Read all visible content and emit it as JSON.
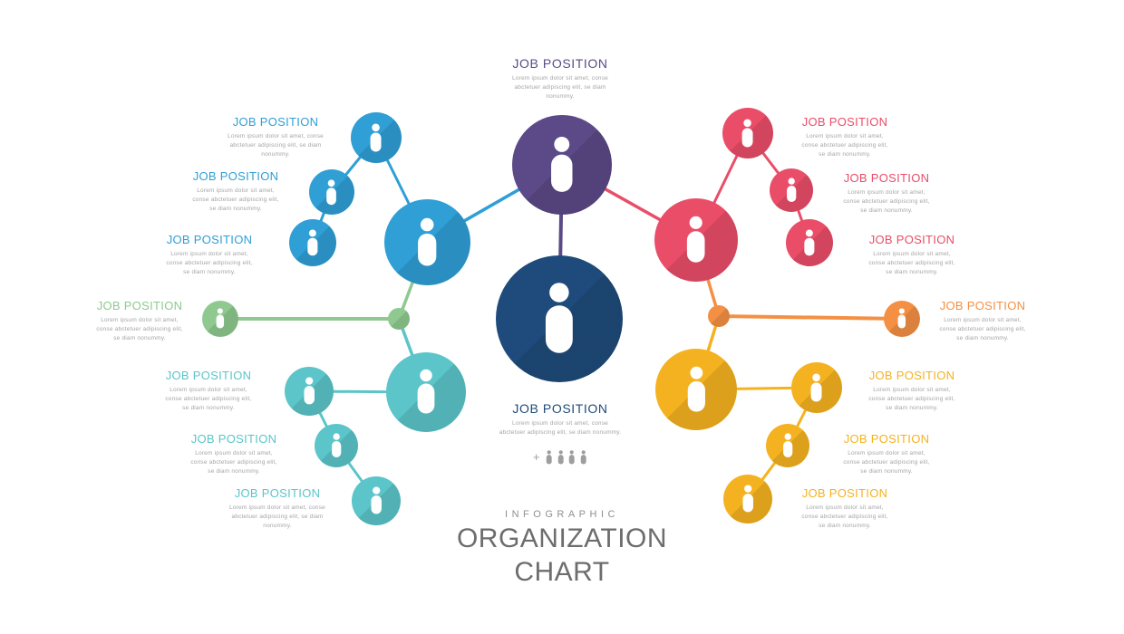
{
  "palette": {
    "purple": "#5B4A87",
    "navy": "#1E4B7B",
    "blue": "#2F9FD6",
    "teal": "#5BC5C9",
    "green": "#8FC98F",
    "red": "#EA4D68",
    "orange": "#F49044",
    "yellow": "#F5B220",
    "body_gray": "#A5A5A5",
    "footer_gray": "#6D6D6D",
    "kicker_gray": "#8F8F8F",
    "people_gray": "#9E9E9E"
  },
  "footer": {
    "kicker": "INFOGRAPHIC",
    "line1": "ORGANIZATION",
    "line2": "CHART"
  },
  "center": {
    "plus": "+"
  },
  "positions": [
    {
      "id": "top-center",
      "title": "JOB POSITION",
      "body": "Lorem ipsum dolor sit amet, conse abctetuer adipiscing elit, se diam nonummy."
    },
    {
      "id": "left-blue-1",
      "title": "JOB POSITION",
      "body": "Lorem ipsum dolor sit amet, conse abctetuer adipiscing elit, se diam nonummy."
    },
    {
      "id": "left-blue-2",
      "title": "JOB POSITION",
      "body": "Lorem ipsum dolor sit amet, conse abctetuer adipiscing elit, se diam nonummy."
    },
    {
      "id": "left-blue-3",
      "title": "JOB POSITION",
      "body": "Lorem ipsum dolor sit amet, conse abctetuer adipiscing elit, se diam nonummy."
    },
    {
      "id": "left-green",
      "title": "JOB POSITION",
      "body": "Lorem ipsum dolor sit amet, conse abctetuer adipiscing elit, se diam nonummy."
    },
    {
      "id": "left-teal-1",
      "title": "JOB POSITION",
      "body": "Lorem ipsum dolor sit amet, conse abctetuer adipiscing elit, se diam nonummy."
    },
    {
      "id": "left-teal-2",
      "title": "JOB POSITION",
      "body": "Lorem ipsum dolor sit amet, conse abctetuer adipiscing elit, se diam nonummy."
    },
    {
      "id": "left-teal-3",
      "title": "JOB POSITION",
      "body": "Lorem ipsum dolor sit amet, conse abctetuer adipiscing elit, se diam nonummy."
    },
    {
      "id": "right-red-1",
      "title": "JOB POSITION",
      "body": "Lorem ipsum dolor sit amet, conse abctetuer adipiscing elit, se diam nonummy."
    },
    {
      "id": "right-red-2",
      "title": "JOB POSITION",
      "body": "Lorem ipsum dolor sit amet, conse abctetuer adipiscing elit, se diam nonummy."
    },
    {
      "id": "right-red-3",
      "title": "JOB POSITION",
      "body": "Lorem ipsum dolor sit amet, conse abctetuer adipiscing elit, se diam nonummy."
    },
    {
      "id": "right-orange",
      "title": "JOB POSITION",
      "body": "Lorem ipsum dolor sit amet, conse abctetuer adipiscing elit, se diam nonummy."
    },
    {
      "id": "right-yellow-1",
      "title": "JOB POSITION",
      "body": "Lorem ipsum dolor sit amet, conse abctetuer adipiscing elit, se diam nonummy."
    },
    {
      "id": "right-yellow-2",
      "title": "JOB POSITION",
      "body": "Lorem ipsum dolor sit amet, conse abctetuer adipiscing elit, se diam nonummy."
    },
    {
      "id": "right-yellow-3",
      "title": "JOB POSITION",
      "body": "Lorem ipsum dolor sit amet, conse abctetuer adipiscing elit, se diam nonummy."
    },
    {
      "id": "center-main",
      "title": "JOB POSITION",
      "body": "Lorem ipsum dolor sit amet, conse abctetuer adipiscing elit, se diam nonummy."
    }
  ]
}
